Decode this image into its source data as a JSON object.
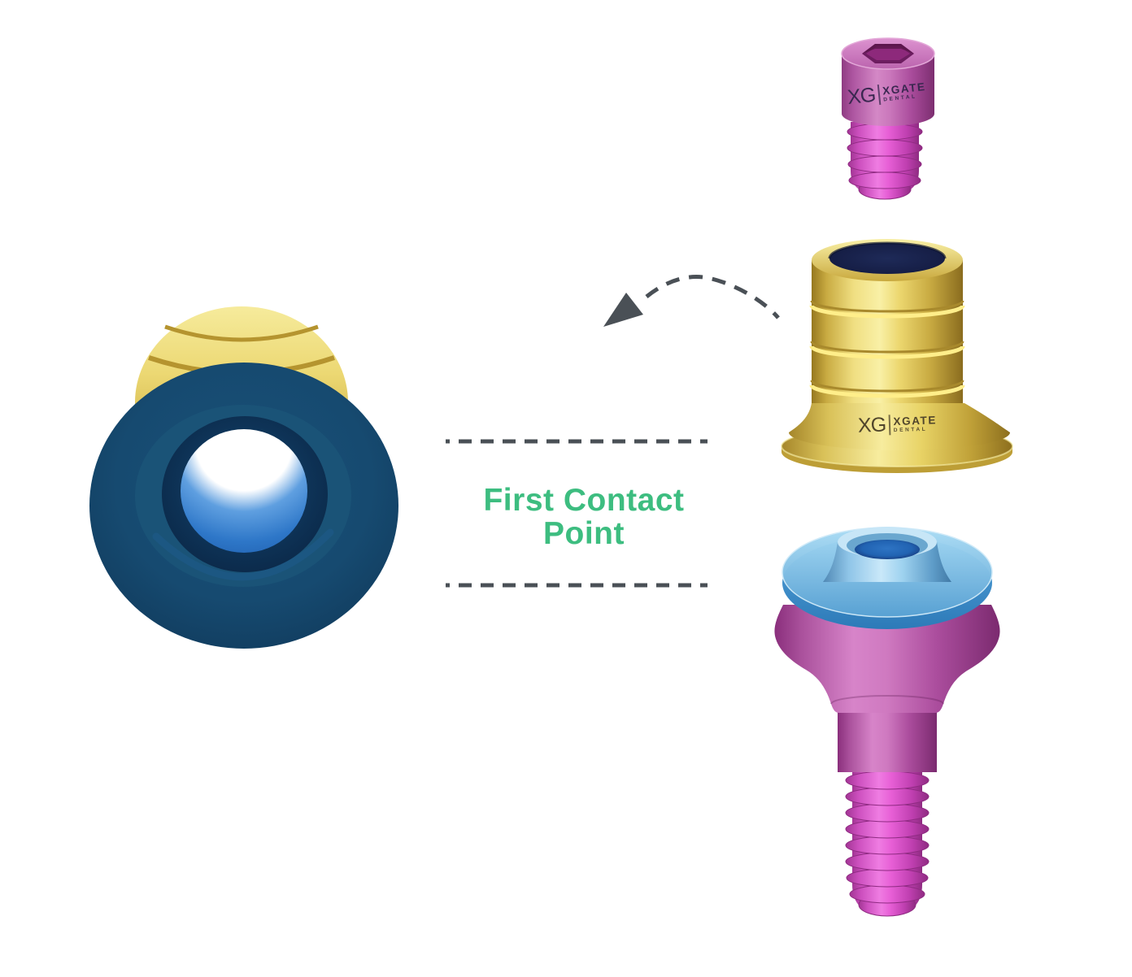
{
  "callout": {
    "line1": "First Contact",
    "line2": "Point"
  },
  "brand": {
    "monogram": "XG",
    "name": "XGATE",
    "subname": "DENTAL"
  },
  "parts": [
    "fixation-screw",
    "gold-sleeve",
    "abutment",
    "assembly-front-view"
  ],
  "colors": {
    "background": "#ffffff",
    "callout_green": "#3dbd80",
    "callout_gray": "#4a5056",
    "gold": "#e9d56e",
    "magenta": "#c468b4",
    "thread_pink": "#e75fd6",
    "light_blue": "#9ed2ef",
    "navy_blue": "#15476e",
    "inner_blue": "#2f7fd2"
  }
}
